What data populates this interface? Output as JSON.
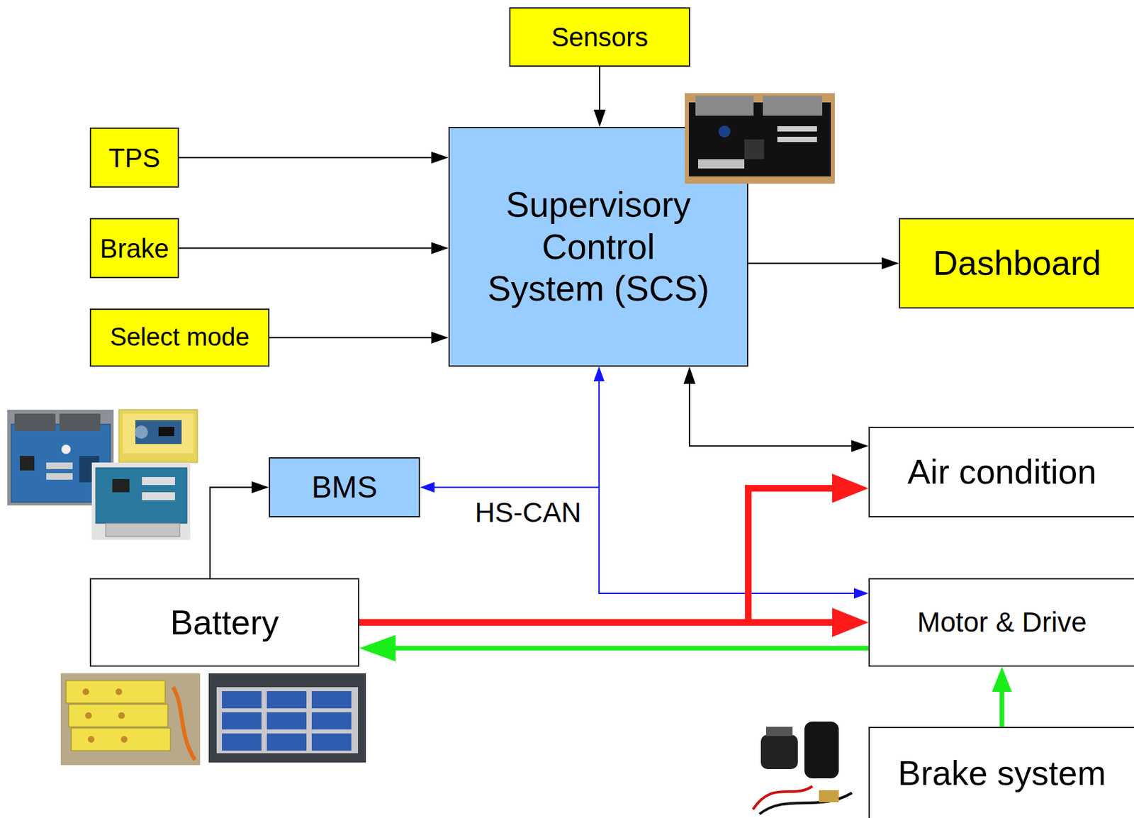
{
  "diagram": {
    "nodes": [
      {
        "text": [
          "Sensors"
        ]
      },
      {
        "text": [
          "TPS"
        ]
      },
      {
        "text": [
          "Brake"
        ]
      },
      {
        "text": [
          "Select mode"
        ]
      },
      {
        "text": [
          "Supervisory Control System (SCS)"
        ]
      },
      {
        "text": [
          "Dashboard"
        ]
      },
      {
        "text": [
          "BMS"
        ]
      },
      {
        "text": [
          "Air condition"
        ]
      },
      {
        "text": [
          "Battery"
        ]
      },
      {
        "text": [
          "Motor & Drive"
        ]
      },
      {
        "text": [
          "Brake system"
        ]
      }
    ],
    "edges": [
      {
        "from": 0,
        "to": 4,
        "arrow": "to"
      },
      {
        "from": 1,
        "to": 4,
        "arrow": "to"
      },
      {
        "from": 2,
        "to": 4,
        "arrow": "to"
      },
      {
        "from": 3,
        "to": 4,
        "arrow": "to"
      },
      {
        "from": 4,
        "to": 5,
        "arrow": "to"
      },
      {
        "from": 4,
        "to": 6,
        "label": "HS-CAN",
        "arrow": "both"
      },
      {
        "from": 4,
        "to": 9,
        "arrow": "both"
      },
      {
        "from": 4,
        "to": 7,
        "arrow": "both"
      },
      {
        "from": 8,
        "to": 6,
        "arrow": "to"
      },
      {
        "from": 8,
        "to": 9,
        "arrow": "to"
      },
      {
        "from": 8,
        "to": 7,
        "arrow": "to"
      },
      {
        "from": 9,
        "to": 8,
        "arrow": "to"
      },
      {
        "from": 10,
        "to": 9,
        "arrow": "to"
      }
    ]
  }
}
